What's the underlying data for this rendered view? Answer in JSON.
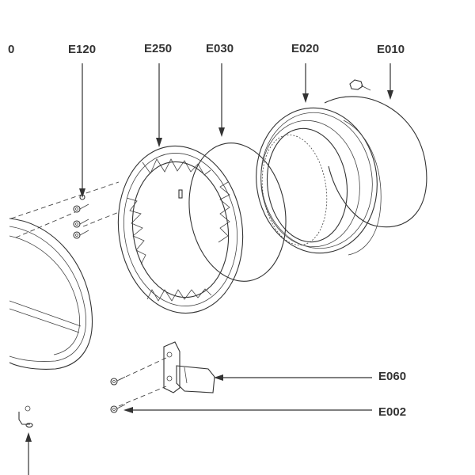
{
  "diagram": {
    "labels": {
      "cut_left": "0",
      "e120": "E120",
      "e250": "E250",
      "e030": "E030",
      "e020": "E020",
      "e010": "E010",
      "e060": "E060",
      "e002": "E002"
    }
  }
}
